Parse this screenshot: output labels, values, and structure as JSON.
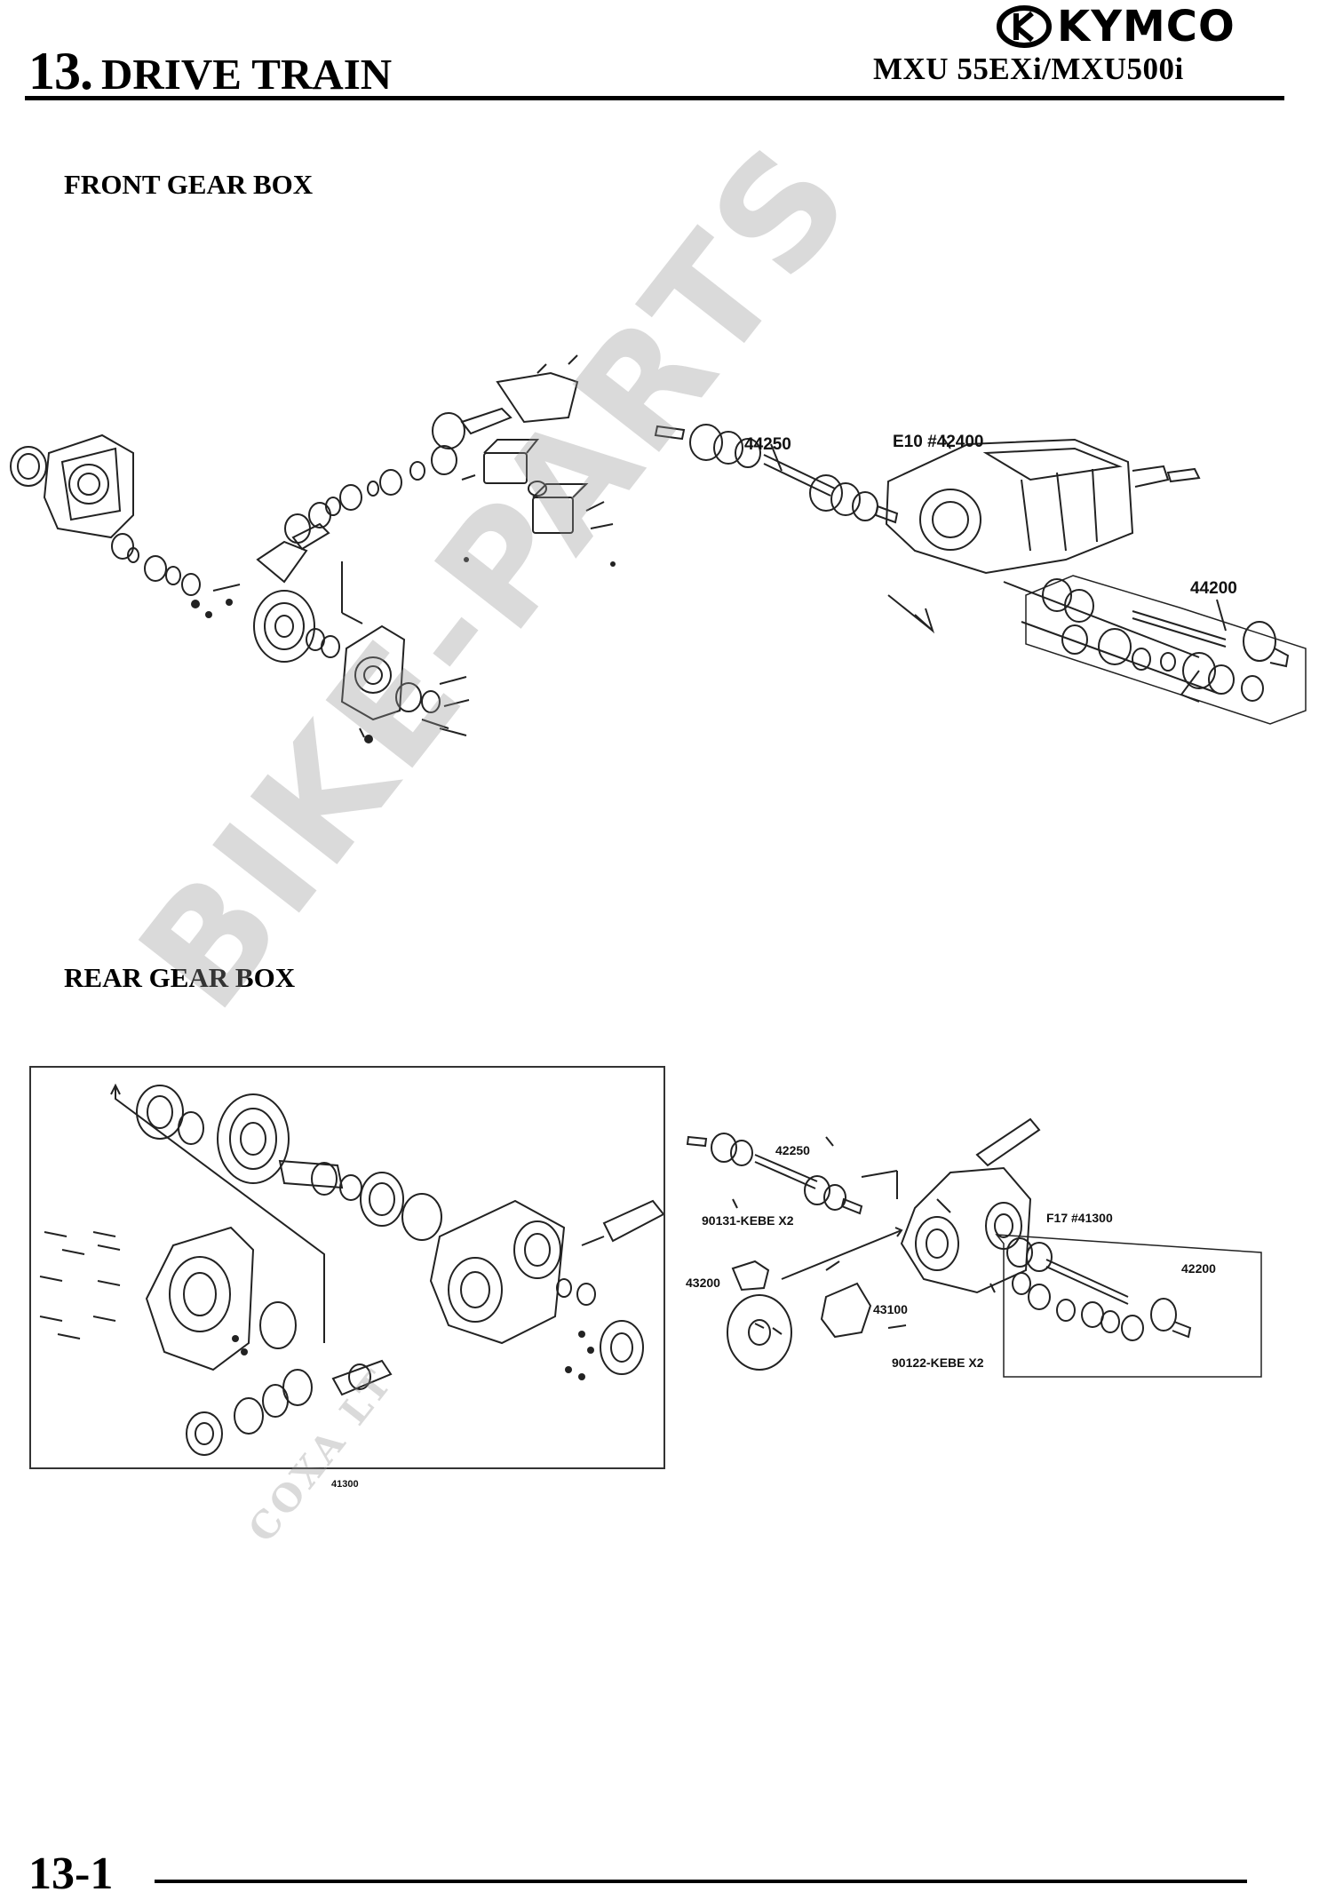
{
  "header": {
    "chapter_number": "13.",
    "chapter_title": "DRIVE TRAIN",
    "model": "MXU 55EXi/MXU500i",
    "brand": "KYMCO"
  },
  "sections": {
    "front": {
      "heading": "FRONT GEAR BOX"
    },
    "rear": {
      "heading": "REAR GEAR BOX"
    }
  },
  "front_callouts": {
    "axle_left": "44250",
    "gearbox": "E10 #42400",
    "axle_right": "44200"
  },
  "rear_callouts": {
    "exploded_ref": "41300",
    "axle_left": "42250",
    "bolt_a": "90131-KEBE X2",
    "caliper": "43200",
    "gearbox": "F17 #41300",
    "bracket": "43100",
    "bolt_b": "90122-KEBE X2",
    "axle_right": "42200"
  },
  "watermark": {
    "main": "BIKE-PARTS",
    "sub": "COXA LT"
  },
  "footer": {
    "page": "13-1"
  },
  "colors": {
    "ink": "#000000",
    "watermark": "#969696"
  }
}
